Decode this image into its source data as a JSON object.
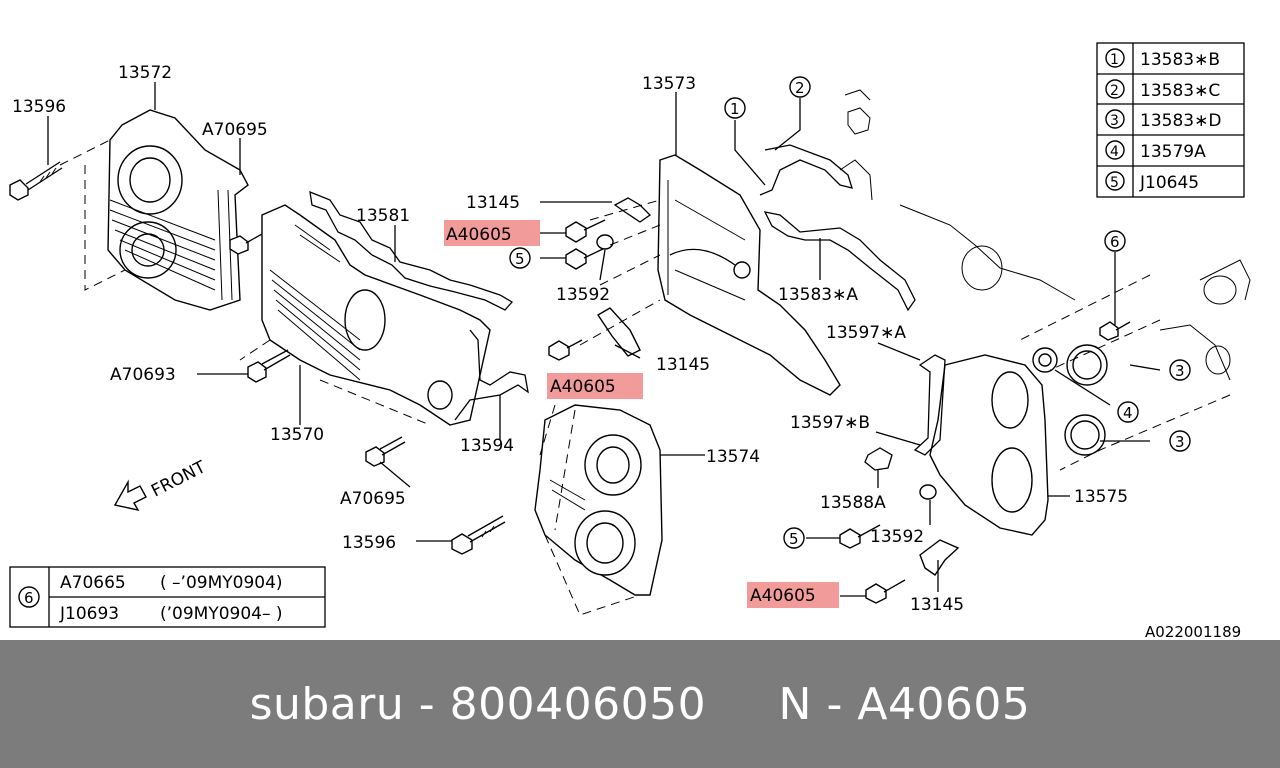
{
  "labels": {
    "p13572": "13572",
    "p13596_top": "13596",
    "a70695_top": "A70695",
    "p13581": "13581",
    "p13573": "13573",
    "c1": "1",
    "c2": "2",
    "p13145_top": "13145",
    "a40605_top": "A40605",
    "c5_top": "5",
    "p13592_top": "13592",
    "p13583a": "13583∗A",
    "p13145_mid": "13145",
    "a40605_mid": "A40605",
    "a70693": "A70693",
    "p13570": "13570",
    "p13594": "13594",
    "a70695_bottom": "A70695",
    "front": "FRONT",
    "p13574": "13574",
    "p13596_bottom": "13596",
    "c6": "6",
    "p13597a": "13597∗A",
    "c3_top": "3",
    "c4": "4",
    "p13597b": "13597∗B",
    "c3_bottom": "3",
    "p13588a": "13588A",
    "p13575": "13575",
    "c5_bottom": "5",
    "p13592_bottom": "13592",
    "a40605_bottom": "A40605",
    "p13145_bottom": "13145",
    "ref": "A022001189"
  },
  "legend_table": [
    {
      "num": "1",
      "part": "13583∗B"
    },
    {
      "num": "2",
      "part": "13583∗C"
    },
    {
      "num": "3",
      "part": "13583∗D"
    },
    {
      "num": "4",
      "part": "13579A"
    },
    {
      "num": "5",
      "part": "J10645"
    }
  ],
  "note_table": {
    "num": "6",
    "rows": [
      {
        "part": "A70665",
        "range": "( –’09MY0904)"
      },
      {
        "part": "J10693",
        "range": "(’09MY0904– )"
      }
    ]
  },
  "highlight_color": "#f08a8a",
  "footer": {
    "brand": "subaru",
    "sep1": "-",
    "part_number": "800406050",
    "prefix": "N",
    "sep2": "-",
    "code": "A40605"
  }
}
